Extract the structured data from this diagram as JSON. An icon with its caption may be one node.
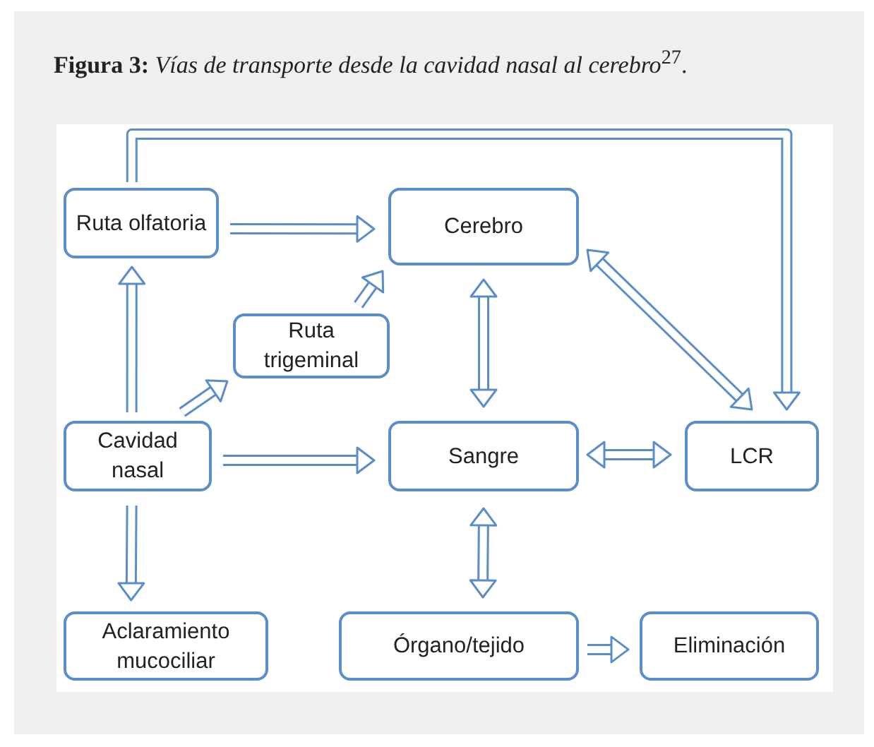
{
  "diagram": {
    "title": "**Figura 3:** *Vías de transporte desde la cavidad nasal al cerebro*$^{27}$.",
    "nodes": [
      {
        "text": [
          "Ruta olfatoria"
        ]
      },
      {
        "text": [
          "Cerebro"
        ]
      },
      {
        "text": [
          "Ruta trigeminal"
        ]
      },
      {
        "text": [
          "Cavidad nasal"
        ]
      },
      {
        "text": [
          "Sangre"
        ]
      },
      {
        "text": [
          "LCR"
        ]
      },
      {
        "text": [
          "Aclaramiento mucociliar"
        ]
      },
      {
        "text": [
          "Órgano/tejido"
        ]
      },
      {
        "text": [
          "Eliminación"
        ]
      }
    ],
    "edges": [
      {
        "from": 3,
        "to": 0,
        "arrow": "to"
      },
      {
        "from": 0,
        "to": 1,
        "arrow": "to"
      },
      {
        "from": 3,
        "to": 2,
        "arrow": "to"
      },
      {
        "from": 2,
        "to": 1,
        "arrow": "to"
      },
      {
        "from": 1,
        "to": 4,
        "arrow": "both"
      },
      {
        "from": 1,
        "to": 5,
        "arrow": "both"
      },
      {
        "from": 3,
        "to": 4,
        "arrow": "to"
      },
      {
        "from": 4,
        "to": 5,
        "arrow": "both"
      },
      {
        "from": 3,
        "to": 6,
        "arrow": "to"
      },
      {
        "from": 4,
        "to": 7,
        "arrow": "both"
      },
      {
        "from": 7,
        "to": 8,
        "arrow": "to"
      },
      {
        "from": 0,
        "to": 5,
        "arrow": "to"
      }
    ]
  }
}
